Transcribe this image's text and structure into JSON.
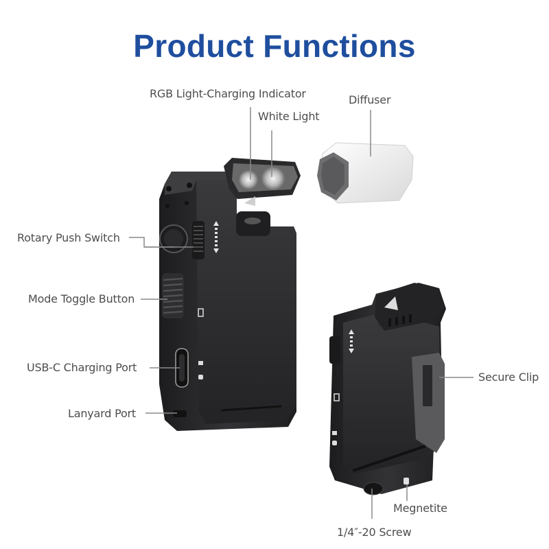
{
  "title": "Product Functions",
  "colors": {
    "title": "#1f4e9e",
    "label_text": "#4d4d4d",
    "leader_line": "#8a8a8a",
    "device_body": "#2b2b2d",
    "diffuser": "#e9e9e9"
  },
  "labels": {
    "rgb_indicator": "RGB Light-Charging Indicator",
    "white_light": "White Light",
    "diffuser": "Diffuser",
    "rotary_push_switch": "Rotary Push Switch",
    "mode_toggle_button": "Mode Toggle Button",
    "usb_c_port": "USB-C Charging Port",
    "lanyard_port": "Lanyard Port",
    "secure_clip": "Secure Clip",
    "magnetite": "Megnetite",
    "screw": "1/4″-20 Screw"
  },
  "icons": {
    "front_device": "flashlight-front-view",
    "back_device": "flashlight-back-view",
    "diffuser_cap": "hexagonal-diffuser-cap"
  }
}
